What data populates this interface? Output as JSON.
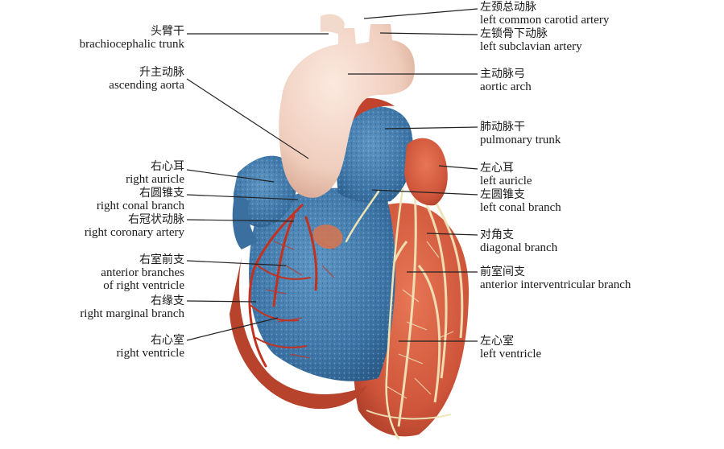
{
  "labels_left": [
    {
      "id": "brachiocephalic",
      "zh": "头臂干",
      "en": [
        "brachiocephalic trunk"
      ]
    },
    {
      "id": "ascending",
      "zh": "升主动脉",
      "en": [
        "ascending aorta"
      ]
    },
    {
      "id": "right-auricle",
      "zh": "右心耳",
      "en": [
        "right auricle"
      ]
    },
    {
      "id": "right-conal",
      "zh": "右圆锥支",
      "en": [
        "right conal branch"
      ]
    },
    {
      "id": "right-coronary",
      "zh": "右冠状动脉",
      "en": [
        "right coronary artery"
      ]
    },
    {
      "id": "anterior-rv",
      "zh": "右室前支",
      "en": [
        "anterior branches",
        "of right ventricle"
      ]
    },
    {
      "id": "right-marginal",
      "zh": "右缘支",
      "en": [
        "right marginal branch"
      ]
    },
    {
      "id": "right-ventricle",
      "zh": "右心室",
      "en": [
        "right ventricle"
      ]
    }
  ],
  "labels_right": [
    {
      "id": "left-carotid",
      "zh": "左颈总动脉",
      "en": [
        "left common carotid artery"
      ]
    },
    {
      "id": "left-subclavian",
      "zh": "左锁骨下动脉",
      "en": [
        "left subclavian artery"
      ]
    },
    {
      "id": "aortic-arch",
      "zh": "主动脉弓",
      "en": [
        "aortic arch"
      ]
    },
    {
      "id": "pulmonary",
      "zh": "肺动脉干",
      "en": [
        "pulmonary trunk"
      ]
    },
    {
      "id": "left-auricle",
      "zh": "左心耳",
      "en": [
        "left auricle"
      ]
    },
    {
      "id": "left-conal",
      "zh": "左圆锥支",
      "en": [
        "left conal branch"
      ]
    },
    {
      "id": "diagonal",
      "zh": "对角支",
      "en": [
        "diagonal branch"
      ]
    },
    {
      "id": "anterior-iv",
      "zh": "前室间支",
      "en": [
        "anterior interventricular branch"
      ]
    },
    {
      "id": "left-ventricle",
      "zh": "左心室",
      "en": [
        "left ventricle"
      ]
    }
  ]
}
